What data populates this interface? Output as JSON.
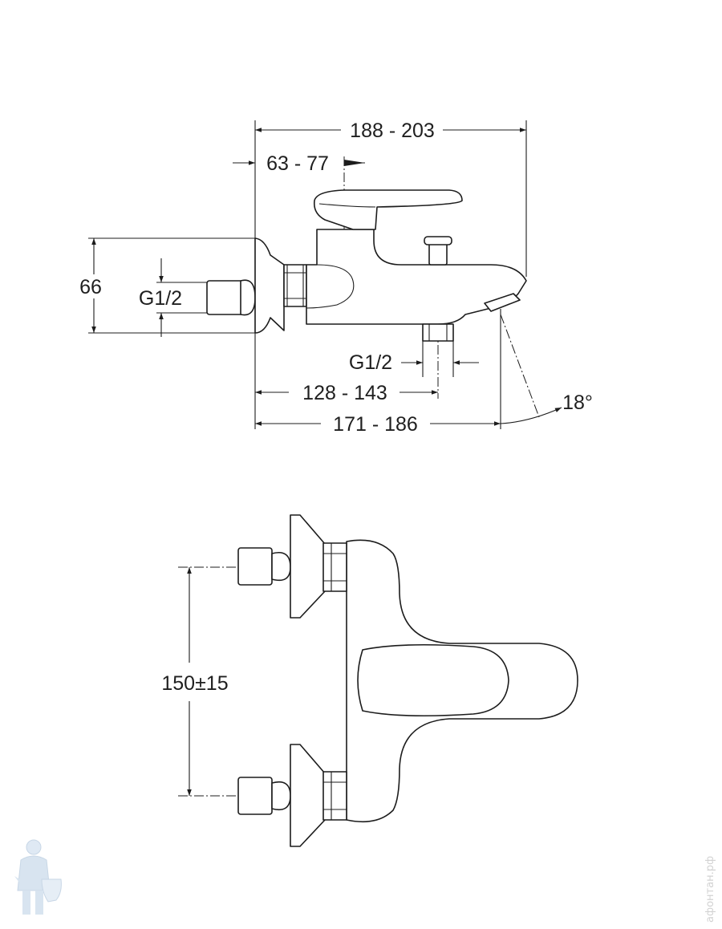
{
  "side_view": {
    "dimensions": {
      "overall_length": "188 - 203",
      "lever_offset": "63 - 77",
      "height": "66",
      "inlet_thread": "G1/2",
      "outlet_thread": "G1/2",
      "outlet_distance": "128 - 143",
      "spout_length": "171 - 186",
      "spout_angle": "18°"
    }
  },
  "top_view": {
    "dimensions": {
      "inlet_spacing": "150±15"
    }
  },
  "watermark": {
    "site": "афонтан.рф",
    "logo": "plumber-mascot-logo"
  },
  "colors": {
    "line": "#1c1c1c",
    "background": "#ffffff",
    "watermark": "#b9cfe4"
  }
}
